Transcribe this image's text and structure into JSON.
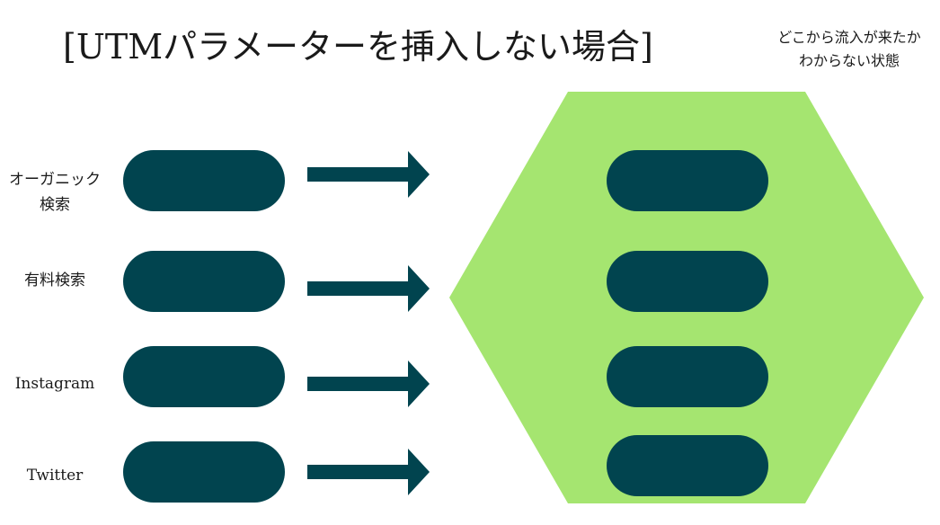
{
  "title": "[UTMパラメーターを挿入しない場合]",
  "note": {
    "line1": "どこから流入が来たか",
    "line2": "わからない状態"
  },
  "sources": [
    {
      "label_line1": "オーガニック",
      "label_line2": "検索"
    },
    {
      "label": "有料検索"
    },
    {
      "label": "Instagram"
    },
    {
      "label": "Twitter"
    }
  ],
  "colors": {
    "pill": "#01444f",
    "arrow": "#01444f",
    "hexagon": "#a5e570",
    "background": "#ffffff"
  }
}
